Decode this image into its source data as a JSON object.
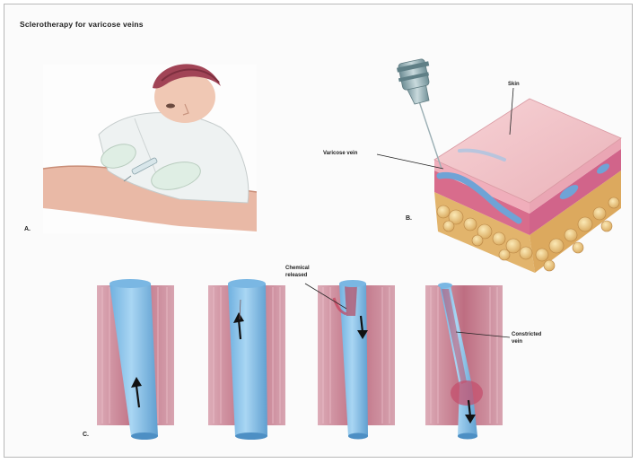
{
  "figure": {
    "title": "Sclerotherapy for varicose veins",
    "panels": [
      {
        "id": "A",
        "label": "A."
      },
      {
        "id": "B",
        "label": "B."
      },
      {
        "id": "C",
        "label": "C."
      }
    ],
    "annotations": {
      "skin": "Skin",
      "varicose_vein": "Varicose vein",
      "chemical_line1": "Chemical",
      "chemical_line2": "released",
      "constricted_line1": "Constricted",
      "constricted_line2": "vein"
    }
  },
  "colors": {
    "vein_blue": "#8ec3e8",
    "vein_dark": "#5c9fcf",
    "muscle_red": "#c26a7e",
    "skin_pink": "#f3c6cc",
    "fat_yellow": "#e7c27a"
  }
}
